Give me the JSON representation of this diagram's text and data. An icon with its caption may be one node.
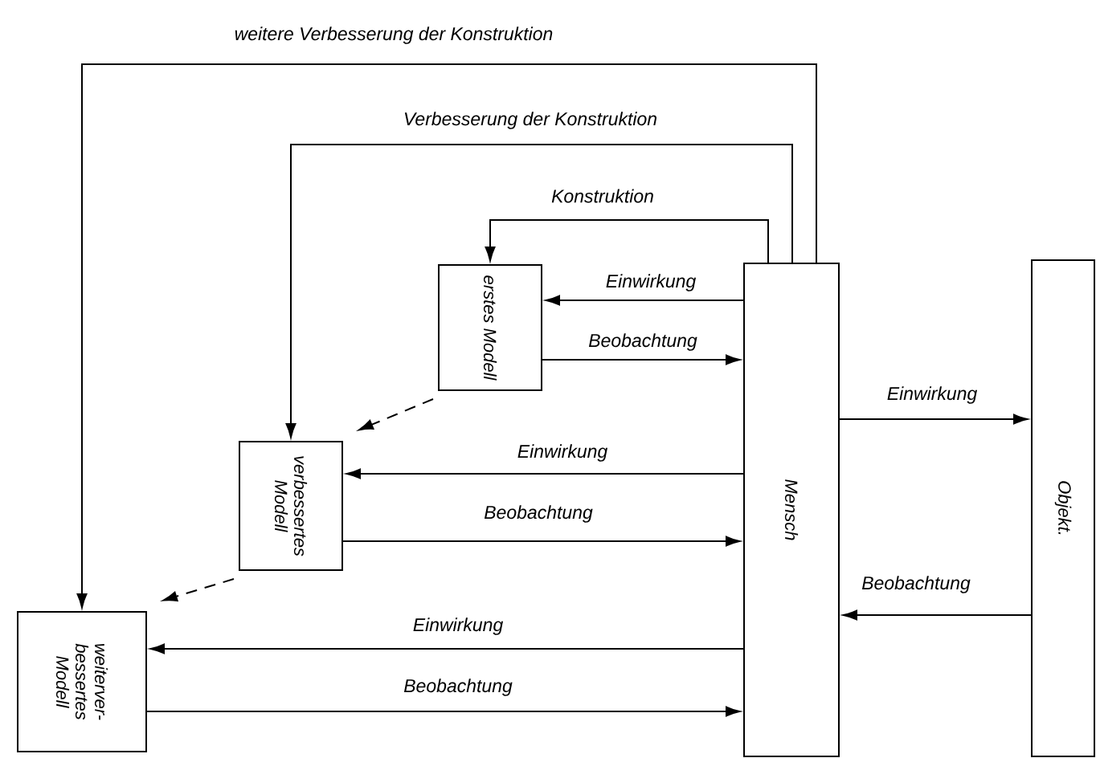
{
  "diagram": {
    "nodes": [
      {
        "text": [
          "Mensch"
        ]
      },
      {
        "text": [
          "erstes Modell"
        ]
      },
      {
        "text": [
          "verbessertes Modell"
        ]
      },
      {
        "text": [
          "weiterver-bessertes Modell"
        ]
      },
      {
        "text": [
          "Objekt."
        ]
      }
    ],
    "edges": [
      {
        "from": 0,
        "to": 1,
        "arrow": "to",
        "label": "Konstruktion"
      },
      {
        "from": 0,
        "to": 2,
        "arrow": "to",
        "label": "Verbesserung der Konstruktion"
      },
      {
        "from": 0,
        "to": 3,
        "arrow": "to",
        "label": "weitere Verbesserung der Konstruktion"
      },
      {
        "from": 0,
        "to": 1,
        "arrow": "to",
        "label": "Einwirkung"
      },
      {
        "from": 1,
        "to": 0,
        "arrow": "to",
        "label": "Beobachtung"
      },
      {
        "from": 0,
        "to": 2,
        "arrow": "to",
        "label": "Einwirkung"
      },
      {
        "from": 2,
        "to": 0,
        "arrow": "to",
        "label": "Beobachtung"
      },
      {
        "from": 0,
        "to": 3,
        "arrow": "to",
        "label": "Einwirkung"
      },
      {
        "from": 3,
        "to": 0,
        "arrow": "to",
        "label": "Beobachtung"
      },
      {
        "from": 0,
        "to": 4,
        "arrow": "to",
        "label": "Einwirkung"
      },
      {
        "from": 4,
        "to": 0,
        "arrow": "to",
        "label": "Beobachtung"
      },
      {
        "from": 1,
        "to": 2,
        "arrow": "to",
        "style": "dashed"
      },
      {
        "from": 2,
        "to": 3,
        "arrow": "to",
        "style": "dashed"
      }
    ]
  }
}
